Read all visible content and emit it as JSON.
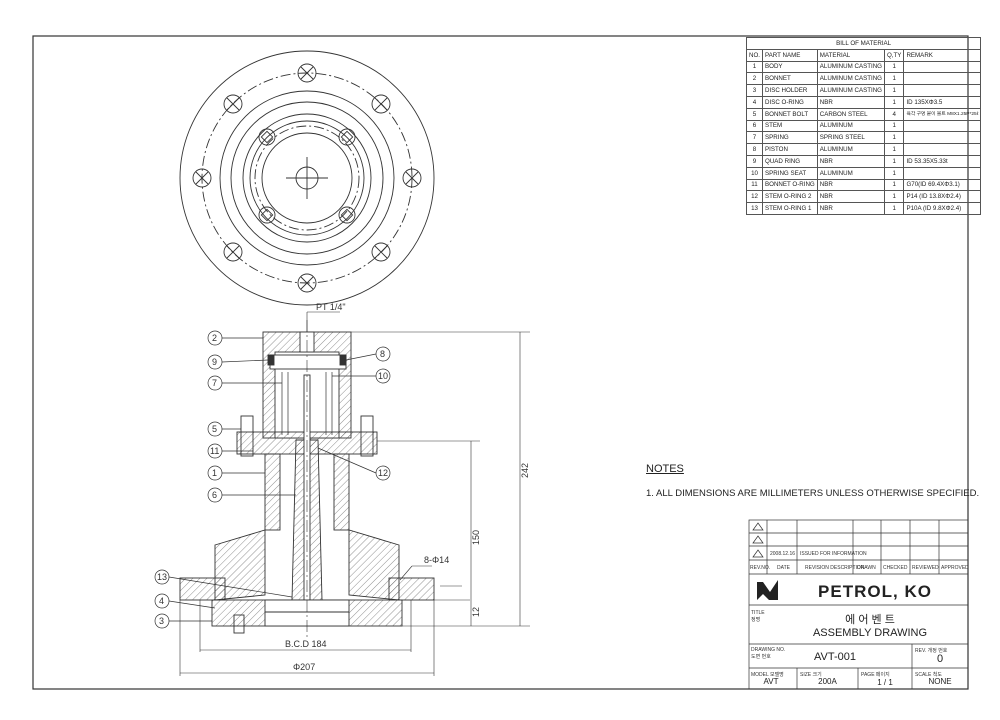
{
  "bom": {
    "title": "BILL OF MATERIAL",
    "headers": {
      "no": "NO.",
      "name": "PART NAME",
      "material": "MATERIAL",
      "qty": "Q,TY",
      "remark": "REMARK"
    },
    "rows": [
      {
        "no": "1",
        "name": "BODY",
        "material": "ALUMINUM CASTING",
        "qty": "1",
        "remark": ""
      },
      {
        "no": "2",
        "name": "BONNET",
        "material": "ALUMINUM CASTING",
        "qty": "1",
        "remark": ""
      },
      {
        "no": "3",
        "name": "DISC HOLDER",
        "material": "ALUMINUM CASTING",
        "qty": "1",
        "remark": ""
      },
      {
        "no": "4",
        "name": "DISC O-RING",
        "material": "NBR",
        "qty": "1",
        "remark": "ID 135XΦ3.5"
      },
      {
        "no": "5",
        "name": "BONNET BOLT",
        "material": "CARBON STEEL",
        "qty": "4",
        "remark": "육각 구멍 붙이 볼트 M8X1.25P*25ℓ"
      },
      {
        "no": "6",
        "name": "STEM",
        "material": "ALUMINUM",
        "qty": "1",
        "remark": ""
      },
      {
        "no": "7",
        "name": "SPRING",
        "material": "SPRING STEEL",
        "qty": "1",
        "remark": ""
      },
      {
        "no": "8",
        "name": "PISTON",
        "material": "ALUMINUM",
        "qty": "1",
        "remark": ""
      },
      {
        "no": "9",
        "name": "QUAD RING",
        "material": "NBR",
        "qty": "1",
        "remark": "ID 53.35X5.33t"
      },
      {
        "no": "10",
        "name": "SPRING SEAT",
        "material": "ALUMINUM",
        "qty": "1",
        "remark": ""
      },
      {
        "no": "11",
        "name": "BONNET O-RING",
        "material": "NBR",
        "qty": "1",
        "remark": "G70(ID 69.4XΦ3.1)"
      },
      {
        "no": "12",
        "name": "STEM O-RING 2",
        "material": "NBR",
        "qty": "1",
        "remark": "P14 (ID 13.8XΦ2.4)"
      },
      {
        "no": "13",
        "name": "STEM O-RING 1",
        "material": "NBR",
        "qty": "1",
        "remark": "P10A (ID 9.8XΦ2.4)"
      }
    ]
  },
  "notes": {
    "title": "NOTES",
    "line1": "1. ALL DIMENSIONS ARE MILLIMETERS UNLESS OTHERWISE SPECIFIED."
  },
  "drawing": {
    "pt_label": "PT 1/4\"",
    "dims": {
      "height_total": "242",
      "height_150": "150",
      "height_12": "12",
      "holes": "8-Φ14",
      "bcd": "B.C.D 184",
      "od": "Φ207"
    },
    "balloons": [
      "2",
      "9",
      "7",
      "5",
      "11",
      "1",
      "6",
      "13",
      "4",
      "3",
      "8",
      "10",
      "12"
    ]
  },
  "revisions": {
    "row3": {
      "date": "2008.12.16",
      "desc": "ISSUED FOR INFORMATION"
    },
    "headers": {
      "rev": "REV.NO.",
      "date": "DATE",
      "desc": "REVISION DESCRIPTION",
      "drawn": "DRAWN",
      "checked": "CHECKED",
      "reviewed": "REVIEWED",
      "approved": "APPROVED"
    }
  },
  "title_block": {
    "company": "PETROL, KO",
    "title_label": "TITLE",
    "title_label_kr": "정명",
    "title_kr": "에 어 벤 트",
    "title_en": "ASSEMBLY DRAWING",
    "drawing_no_label": "DRAWING NO.",
    "drawing_no_label_kr": "도면 번호",
    "drawing_no": "AVT-001",
    "rev_label": "REV. 개정 번호",
    "rev": "0",
    "model_label": "MODEL 모델명",
    "model": "AVT",
    "size_label": "SIZE 크기",
    "size": "200A",
    "page_label": "PAGE 페이지",
    "page": "1 / 1",
    "scale_label": "SCALE 척도",
    "scale": "NONE"
  }
}
